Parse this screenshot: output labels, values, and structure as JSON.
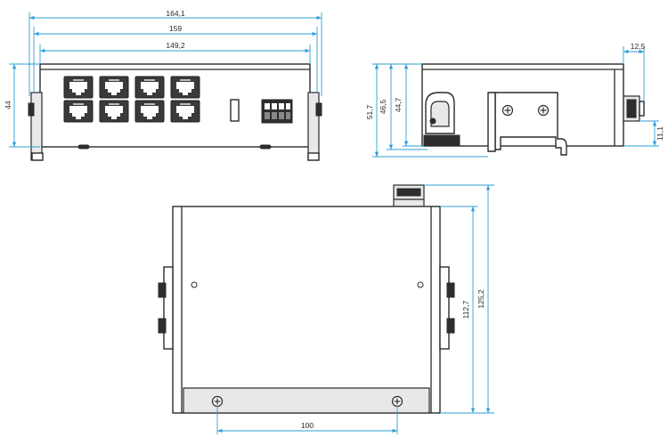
{
  "colors": {
    "dimension": "#2b9fd6",
    "outline": "#2a2a2a",
    "port": "#3a3a3a"
  },
  "front_view": {
    "dims": {
      "overall_width": "164,1",
      "mid_width": "159",
      "inner_width": "149,2",
      "height": "44"
    },
    "rj45_rows": 2,
    "rj45_cols": 4,
    "terminal_pins": 4
  },
  "side_view": {
    "dims": {
      "h1": "51,7",
      "h2": "46,5",
      "h3": "44,7",
      "top_depth": "12,5",
      "bottom_offset": "11,1"
    }
  },
  "top_view": {
    "dims": {
      "outer_height": "125,2",
      "inner_height": "112,7",
      "screw_spacing": "100"
    }
  }
}
